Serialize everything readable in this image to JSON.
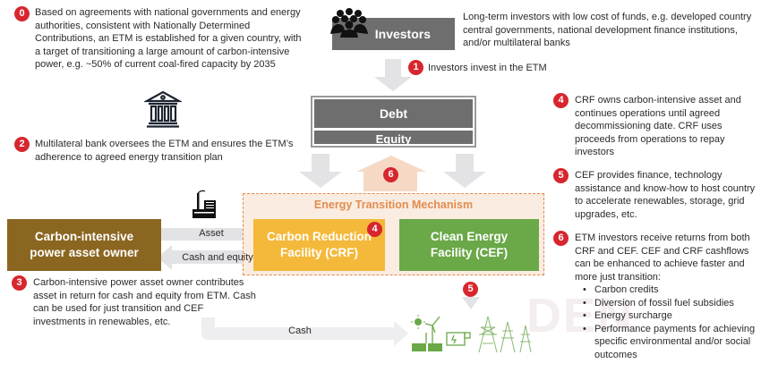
{
  "colors": {
    "badge": "#d7262e",
    "gray_box": "#6e6e6e",
    "arrow_gray": "#e3e3e6",
    "arrow_peach": "#f6d9c4",
    "brown": "#8b6620",
    "crf_yellow": "#f4b93a",
    "cef_green": "#6aa848",
    "etm_orange": "#e08d4f",
    "etm_bg": "#fbece1"
  },
  "investors": {
    "label": "Investors",
    "icon": "people-group-icon",
    "description": "Long-term investors with low cost of funds, e.g. developed country central governments, national development finance institutions, and/or multilateral banks"
  },
  "capital_stack": {
    "debt_label": "Debt",
    "equity_label": "Equity"
  },
  "etm": {
    "title": "Energy Transition Mechanism",
    "crf_label_line1": "Carbon Reduction",
    "crf_label_line2": "Facility (CRF)",
    "cef_label_line1": "Clean Energy",
    "cef_label_line2": "Facility (CEF)"
  },
  "asset_owner": {
    "label_line1": "Carbon-intensive",
    "label_line2": "power asset owner",
    "icon": "factory-icon"
  },
  "flows": {
    "asset": "Asset",
    "cash_and_equity": "Cash and equity",
    "cash": "Cash"
  },
  "bank": {
    "icon": "bank-building-icon"
  },
  "renewables": {
    "icons": [
      "sun-icon",
      "wind-turbine-icon",
      "solar-panel-icon",
      "battery-storage-icon",
      "transmission-tower-icon"
    ]
  },
  "steps": [
    {
      "num": "0",
      "text": "Based on agreements with national governments and energy authorities, consistent with Nationally Determined Contributions, an ETM is established for a given country, with a target of transitioning a large amount of carbon-intensive power, e.g. ~50% of current coal-fired capacity by 2035"
    },
    {
      "num": "1",
      "text": "Investors invest in the ETM"
    },
    {
      "num": "2",
      "text": "Multilateral bank oversees the ETM and ensures the ETM’s adherence to agreed energy transition plan"
    },
    {
      "num": "3",
      "text": "Carbon-intensive power asset owner contributes asset in return for cash and equity from ETM. Cash can be used for just transition and CEF investments in renewables, etc."
    },
    {
      "num": "4",
      "text": "CRF owns carbon-intensive asset and continues operations until agreed decommissioning date. CRF uses proceeds from operations to repay investors"
    },
    {
      "num": "5",
      "text": "CEF provides finance, technology assistance and know-how to host country to accelerate renewables, storage, grid upgrades, etc."
    },
    {
      "num": "6",
      "text": "ETM investors receive returns from both CRF and CEF. CEF and CRF cashflows can be enhanced to achieve faster and more just transition:",
      "bullets": [
        "Carbon credits",
        "Diversion of fossil fuel subsidies",
        "Energy surcharge",
        "Performance payments for achieving specific environmental and/or social outcomes"
      ]
    }
  ],
  "watermark": "DEN"
}
